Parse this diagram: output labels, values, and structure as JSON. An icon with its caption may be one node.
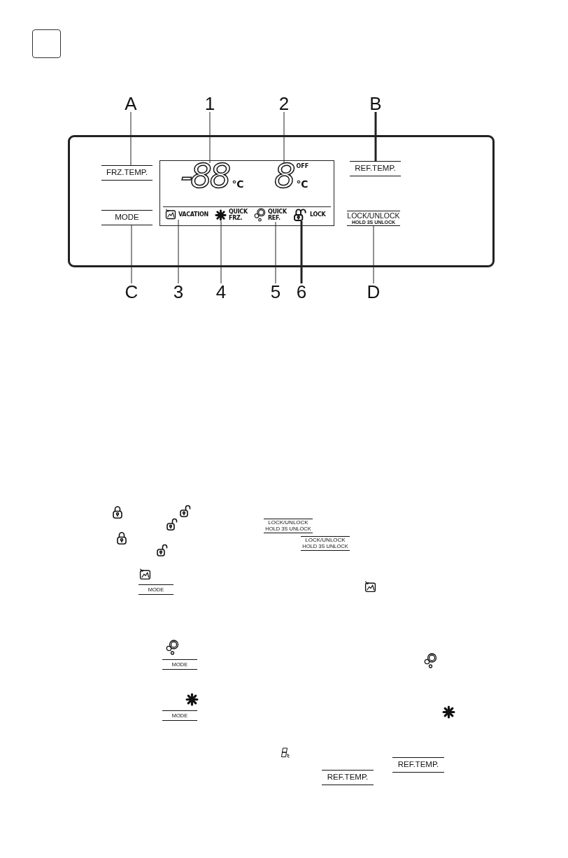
{
  "diagram": {
    "nodes": [
      {
        "text": [
          "A"
        ]
      },
      {
        "text": [
          "1"
        ]
      },
      {
        "text": [
          "2"
        ]
      },
      {
        "text": [
          "B"
        ]
      },
      {
        "text": [],
        "shape": "box"
      },
      {
        "text": [
          "FRZ.TEMP."
        ],
        "in": 4
      },
      {
        "text": [],
        "shape": "box",
        "in": 4
      },
      {
        "text": [
          "-88",
          "℃"
        ],
        "in": 6
      },
      {
        "text": [
          "8",
          "OFF",
          "℃"
        ],
        "in": 6
      },
      {
        "text": [
          "VACATION"
        ],
        "in": 6
      },
      {
        "text": [
          "QUICK FRZ."
        ],
        "in": 6
      },
      {
        "text": [
          "QUICK REF."
        ],
        "in": 6
      },
      {
        "text": [
          "LOCK"
        ],
        "in": 6
      },
      {
        "text": [
          "REF.TEMP."
        ],
        "in": 4
      },
      {
        "text": [
          "MODE"
        ],
        "in": 4
      },
      {
        "text": [
          "LOCK/UNLOCK",
          "HOLD 3S UNLOCK"
        ],
        "in": 4
      },
      {
        "text": [
          "C"
        ]
      },
      {
        "text": [
          "3"
        ]
      },
      {
        "text": [
          "4"
        ]
      },
      {
        "text": [
          "5"
        ]
      },
      {
        "text": [
          "6"
        ]
      },
      {
        "text": [
          "D"
        ]
      },
      {
        "text": [
          "LOCK/UNLOCK",
          "HOLD 3S UNLOCK"
        ]
      },
      {
        "text": [
          "LOCK/UNLOCK",
          "HOLD 3S UNLOCK"
        ]
      },
      {
        "text": [
          "MODE"
        ]
      },
      {
        "text": [
          "MODE"
        ]
      },
      {
        "text": [
          "MODE"
        ]
      },
      {
        "text": [
          "REF.TEMP."
        ]
      },
      {
        "text": [
          "REF.TEMP."
        ]
      }
    ],
    "edges": [
      {
        "from": 0,
        "to": 5,
        "arrow": "none"
      },
      {
        "from": 1,
        "to": 7,
        "arrow": "none"
      },
      {
        "from": 2,
        "to": 8,
        "arrow": "none"
      },
      {
        "from": 3,
        "to": 13,
        "arrow": "none",
        "style": "thick"
      },
      {
        "from": 16,
        "to": 14,
        "arrow": "none"
      },
      {
        "from": 17,
        "to": 9,
        "arrow": "none"
      },
      {
        "from": 18,
        "to": 10,
        "arrow": "none"
      },
      {
        "from": 19,
        "to": 11,
        "arrow": "none"
      },
      {
        "from": 20,
        "to": 12,
        "arrow": "none",
        "style": "thick"
      },
      {
        "from": 21,
        "to": 15,
        "arrow": "none"
      }
    ]
  }
}
